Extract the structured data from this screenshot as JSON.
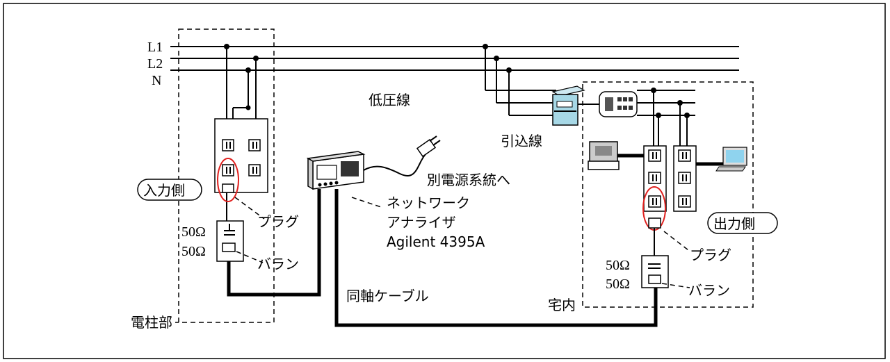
{
  "labels": {
    "line_l1": "L1",
    "line_l2": "L2",
    "line_n": "N",
    "low_voltage_line": "低圧線",
    "service_drop": "引込線",
    "other_power": "別電源系統へ",
    "input_side": "入力側",
    "output_side": "出力側",
    "plug_left": "プラグ",
    "plug_right": "プラグ",
    "balun_left": "バラン",
    "balun_right": "バラン",
    "ohm_left_1": "50Ω",
    "ohm_left_2": "50Ω",
    "ohm_right_1": "50Ω",
    "ohm_right_2": "50Ω",
    "na_line1": "ネットワーク",
    "na_line2": "アナライザ",
    "na_model": "Agilent 4395A",
    "coax": "同軸ケーブル",
    "indoor": "宅内",
    "pole": "電柱部"
  },
  "colors": {
    "highlight": "#e0201e",
    "meter": "#a7d8e6",
    "monitor_screen": "#8fd3ee"
  }
}
